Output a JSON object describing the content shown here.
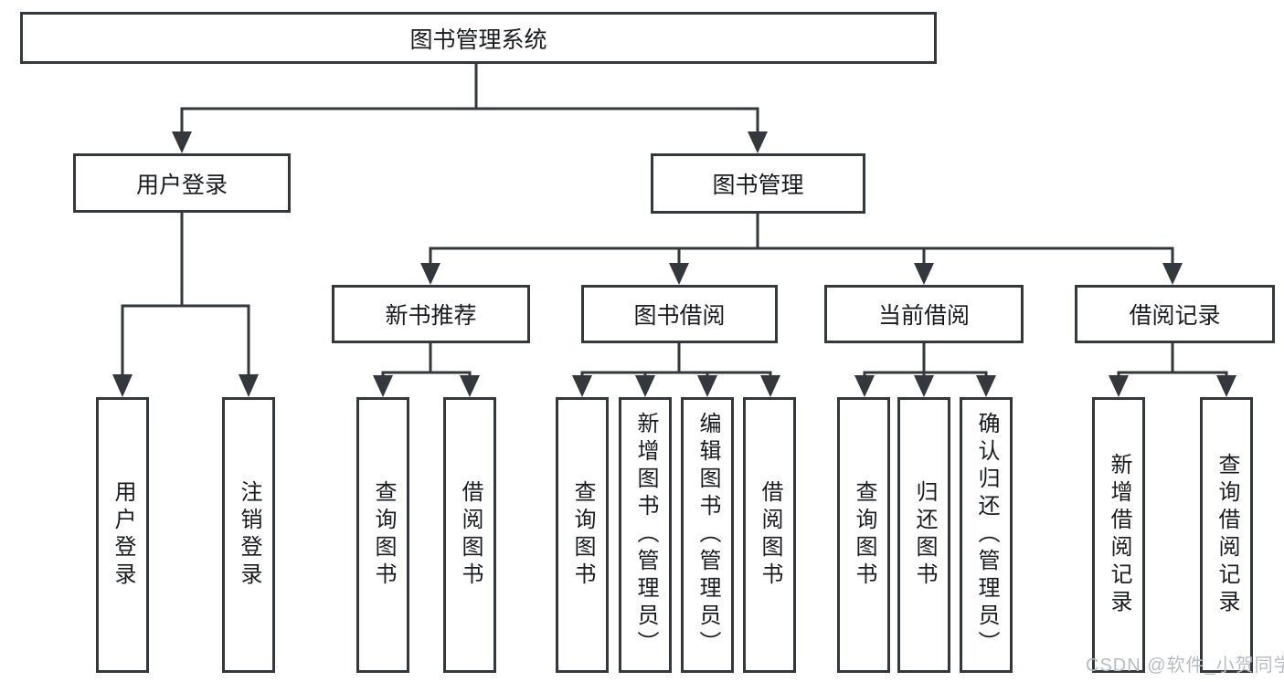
{
  "diagram": {
    "root": {
      "label": "图书管理系统"
    },
    "level2": [
      {
        "label": "用户登录"
      },
      {
        "label": "图书管理"
      }
    ],
    "level3": [
      {
        "label": "新书推荐"
      },
      {
        "label": "图书借阅"
      },
      {
        "label": "当前借阅"
      },
      {
        "label": "借阅记录"
      }
    ],
    "leaves": [
      {
        "label": "用户登录"
      },
      {
        "label": "注销登录"
      },
      {
        "label": "查询图书"
      },
      {
        "label": "借阅图书"
      },
      {
        "label": "查询图书"
      },
      {
        "label": "新增图书（管理员）"
      },
      {
        "label": "编辑图书（管理员）"
      },
      {
        "label": "借阅图书"
      },
      {
        "label": "查询图书"
      },
      {
        "label": "归还图书"
      },
      {
        "label": "确认归还（管理员）"
      },
      {
        "label": "新增借阅记录"
      },
      {
        "label": "查询借阅记录"
      }
    ]
  },
  "watermark": {
    "text": "CSDN @软件_小贺同学"
  },
  "colors": {
    "line": "#34373c",
    "text": "#191b1e",
    "watermark": "#b7bcc1",
    "background": "#ffffff"
  }
}
